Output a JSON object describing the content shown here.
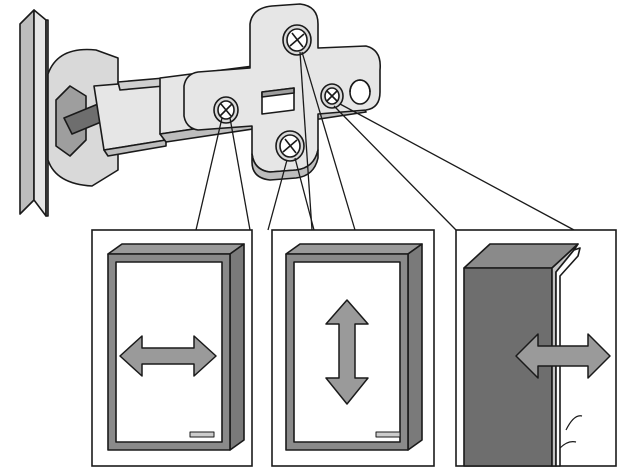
{
  "figure": {
    "subject": "concealed-cabinet-hinge-adjustment",
    "panels": [
      {
        "id": "side-adjustment",
        "arrow": "horizontal"
      },
      {
        "id": "height-adjustment",
        "arrow": "vertical"
      },
      {
        "id": "depth-adjustment",
        "arrow": "horizontal"
      }
    ]
  },
  "colors": {
    "outline": "#1a1a1a",
    "light_gray": "#e6e6e6",
    "mid_gray": "#bdbdbd",
    "dark_gray": "#7a7a7a",
    "door_dark": "#6e6e6e",
    "arrow": "#9a9a9a",
    "white": "#ffffff"
  }
}
